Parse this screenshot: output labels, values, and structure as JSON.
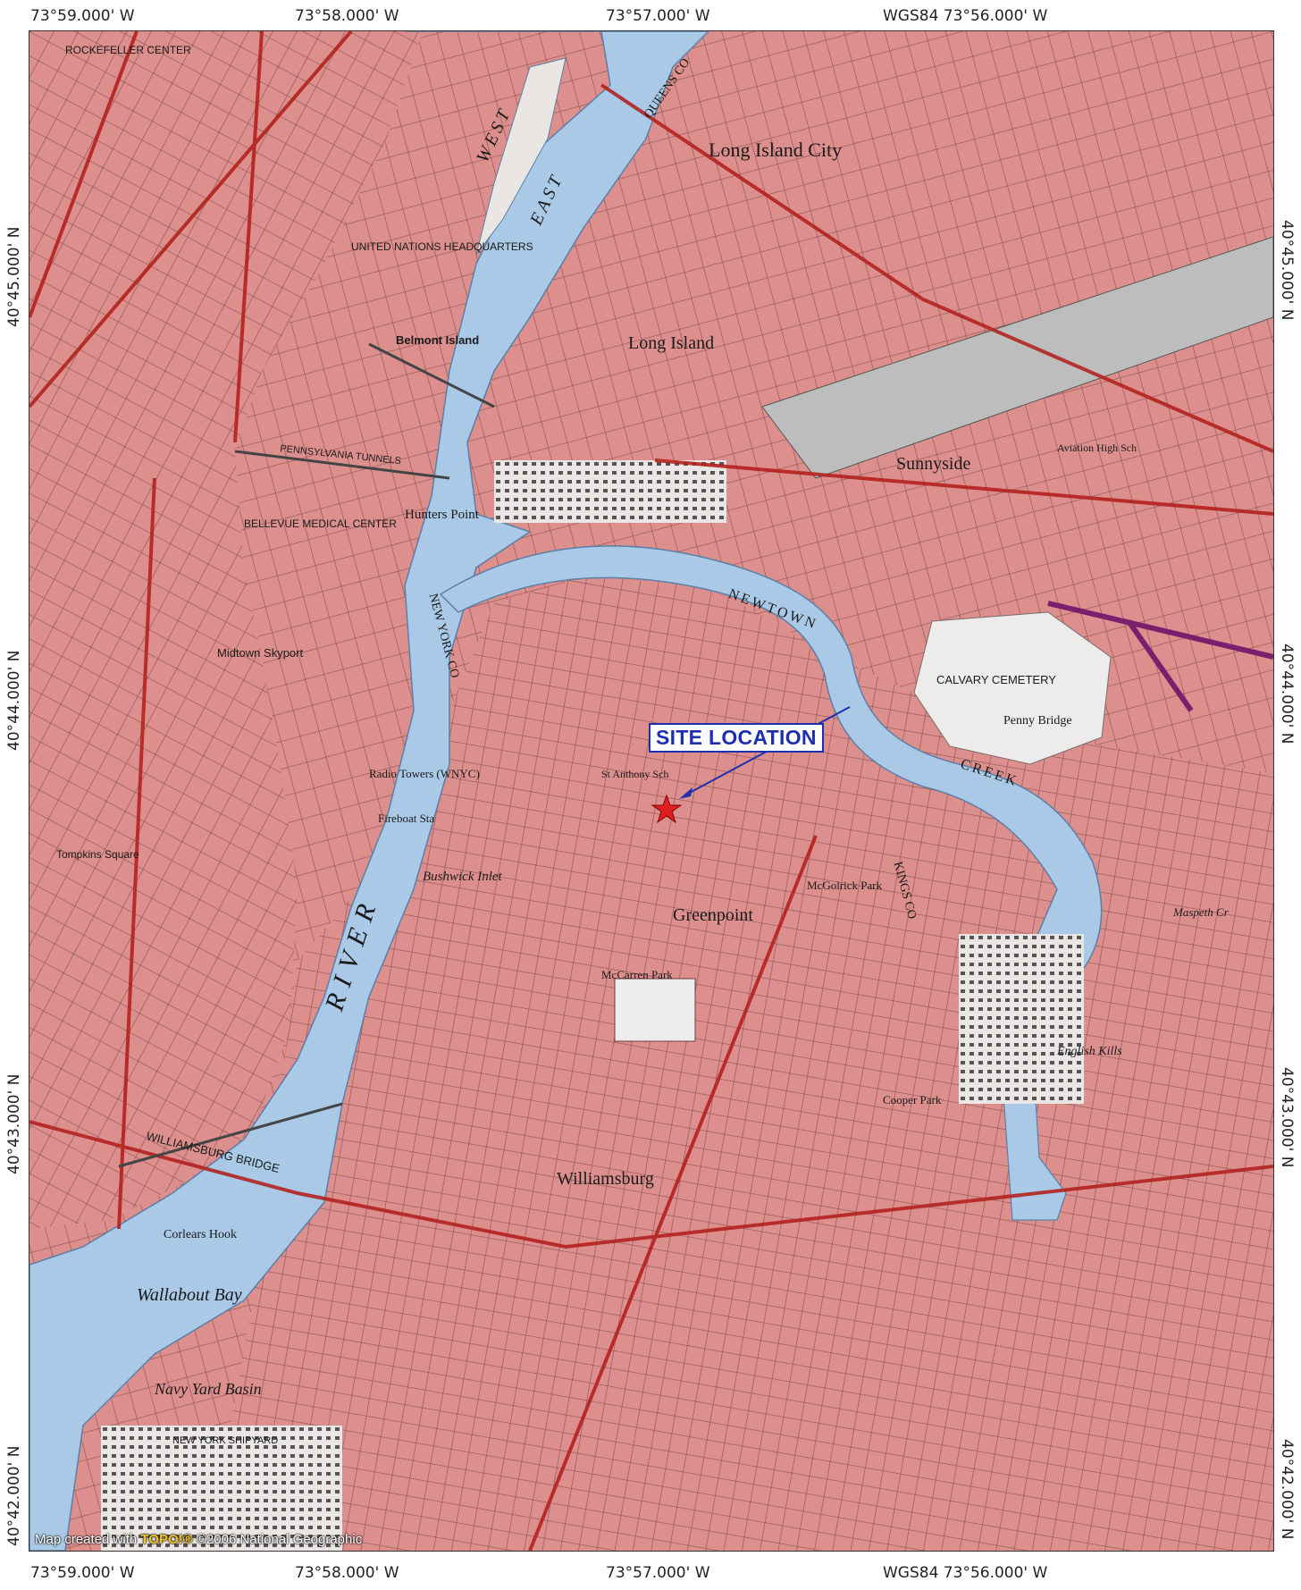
{
  "coordinates": {
    "top": [
      "73°59.000' W",
      "73°58.000' W",
      "73°57.000' W",
      "WGS84 73°56.000' W"
    ],
    "bottom": [
      "73°59.000' W",
      "73°58.000' W",
      "73°57.000' W",
      "WGS84 73°56.000' W"
    ],
    "left": [
      "40°45.000' N",
      "40°44.000' N",
      "40°43.000' N",
      "40°42.000' N"
    ],
    "right": [
      "40°45.000' N",
      "40°44.000' N",
      "40°43.000' N",
      "40°42.000' N"
    ]
  },
  "site": {
    "label": "SITE LOCATION"
  },
  "credit": {
    "prefix": "Map created with",
    "brand": "TOPO!®",
    "suffix": "©2006 National Geographic"
  },
  "places": {
    "long_island_city": "Long Island City",
    "long_island": "Long Island",
    "sunnyside": "Sunnyside",
    "greenpoint": "Greenpoint",
    "williamsburg": "Williamsburg",
    "calvary": "CALVARY CEMETERY",
    "river": "RIVER",
    "east": "EAST",
    "west": "WEST",
    "newtown": "NEWTOWN",
    "creek": "CREEK",
    "un": "UNITED NATIONS HEADQUARTERS",
    "belmont": "Belmont Island",
    "hunters": "Hunters Point",
    "bellevue": "BELLEVUE MEDICAL CENTER",
    "navy": "Navy Yard Basin",
    "wallabout": "Wallabout Bay",
    "mccarren": "McCarren Park",
    "bushwick": "Bushwick Inlet",
    "penny": "Penny Bridge",
    "english": "English Kills",
    "maspeth": "Maspeth Cr",
    "rockefeller": "ROCKEFELLER CENTER",
    "midtown": "Midtown Skyport",
    "williamsburg_bridge": "WILLIAMSBURG BRIDGE",
    "pennsylvania": "PENNSYLVANIA TUNNELS",
    "newyork_co": "NEW YORK CO",
    "kings_co": "KINGS CO",
    "queens_co": "QUEENS CO",
    "tompkins": "Tompkins Square",
    "corlears": "Corlears Hook",
    "cooper": "Cooper Park",
    "mcgolrick": "McGolrick Park",
    "radio": "Radio Towers (WNYC)",
    "fireboat": "Fireboat Sta",
    "stanthony": "St Anthony Sch",
    "shipyard": "NEW YORK SHIPYARD",
    "aviation": "Aviation High Sch"
  }
}
